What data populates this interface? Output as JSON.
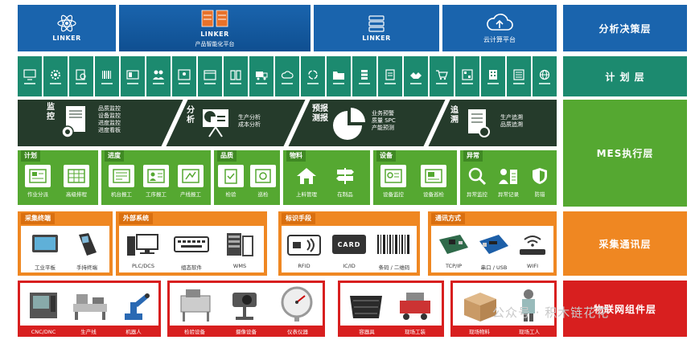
{
  "layers": {
    "decision": "分析决策层",
    "plan": "计 划 层",
    "mes": "MES执行层",
    "comm": "采集通讯层",
    "iot": "物联网组件层"
  },
  "colors": {
    "blue": "#1a64ad",
    "teal": "#1c8a6f",
    "dark": "#253b2b",
    "green": "#55a831",
    "orange": "#ef8722",
    "red": "#d81f1f"
  },
  "top": {
    "box1_logo": "LINKER",
    "box2_logo": "LINKER",
    "box2_caption": "产品智能化平台",
    "box3_logo": "LINKER",
    "cloud": "云计算平台"
  },
  "analysis": {
    "seg1": {
      "title": "监控",
      "items": [
        "品质监控",
        "设备监控",
        "进度监控",
        "进度看板"
      ]
    },
    "seg2": {
      "title": "分析",
      "items": [
        "生产分析",
        "成本分析"
      ]
    },
    "seg3": {
      "title": "预报测报",
      "items": [
        "业务预警",
        "质量 SPC",
        "产能预测"
      ]
    },
    "seg4": {
      "title": "追溯",
      "items": [
        "生产追溯",
        "品质追溯"
      ]
    }
  },
  "mes": {
    "plan": {
      "tag": "计划",
      "items": [
        "作业分派",
        "高级排程"
      ]
    },
    "progress": {
      "tag": "进度",
      "items": [
        "机台报工",
        "工序报工",
        "产线报工"
      ]
    },
    "quality": {
      "tag": "品质",
      "items": [
        "检验",
        "巡检"
      ]
    },
    "material": {
      "tag": "物料",
      "items": [
        "上料管理",
        "在制品"
      ]
    },
    "equipment": {
      "tag": "设备",
      "items": [
        "设备监控",
        "设备巡检"
      ]
    },
    "abnormal": {
      "tag": "异常",
      "items": [
        "异常监控",
        "异常记录",
        "防错"
      ]
    }
  },
  "comm": {
    "terminal": {
      "tag": "采集终端",
      "items": [
        "工业平板",
        "手持终端"
      ]
    },
    "external": {
      "tag": "外部系统",
      "items": [
        "PLC/DCS",
        "组态软件",
        "WMS"
      ]
    },
    "identify": {
      "tag": "标识手段",
      "items": [
        "RFID",
        "IC/ID",
        "条码 / 二维码"
      ],
      "card_text": "CARD"
    },
    "protocol": {
      "tag": "通讯方式",
      "items": [
        "TCP/IP",
        "串口 / USB",
        "WIFI"
      ]
    }
  },
  "iot": {
    "g1": [
      "CNC/DNC",
      "生产线",
      "机器人"
    ],
    "g2": [
      "检验设备",
      "摄像设备",
      "仪表仪器"
    ],
    "g3": [
      "容器具",
      "现场工装"
    ],
    "g4": [
      "现场物料",
      "现场工人"
    ]
  },
  "watermark": "公众号 · 积木链花花"
}
